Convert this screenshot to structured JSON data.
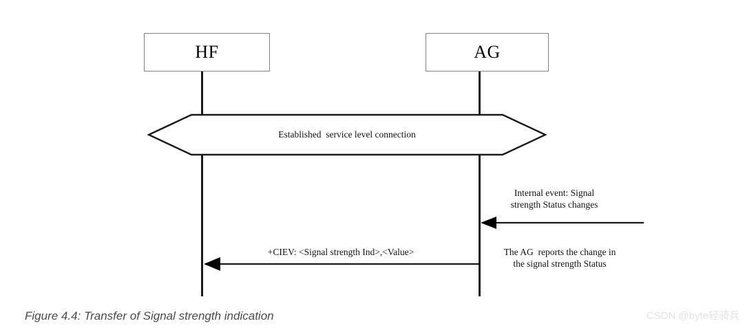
{
  "figure": {
    "caption": "Figure 4.4: Transfer of Signal strength indication",
    "background_color": "#ffffff",
    "line_color": "#1a1a1a",
    "box_border_color": "#808080",
    "text_color": "#111111",
    "caption_color": "#4a4a4a"
  },
  "actors": [
    {
      "id": "hf",
      "label": "HF"
    },
    {
      "id": "ag",
      "label": "AG"
    }
  ],
  "states": [
    {
      "id": "established-connection",
      "label": "Established  service level connection"
    }
  ],
  "messages": [
    {
      "id": "internal-event",
      "label": "Internal event: Signal\nstrength Status changes",
      "direction": "right-to-left",
      "from": "external",
      "to": "ag"
    },
    {
      "id": "ciev",
      "label": "+CIEV: <Signal strength Ind>,<Value>",
      "direction": "right-to-left",
      "from": "ag",
      "to": "hf"
    }
  ],
  "annotations": [
    {
      "id": "ag-reports",
      "label": "The AG  reports the change in\nthe signal strength Status"
    }
  ],
  "watermark": {
    "text": "CSDN @byte轻骑兵",
    "color": "#e3e3e3"
  }
}
